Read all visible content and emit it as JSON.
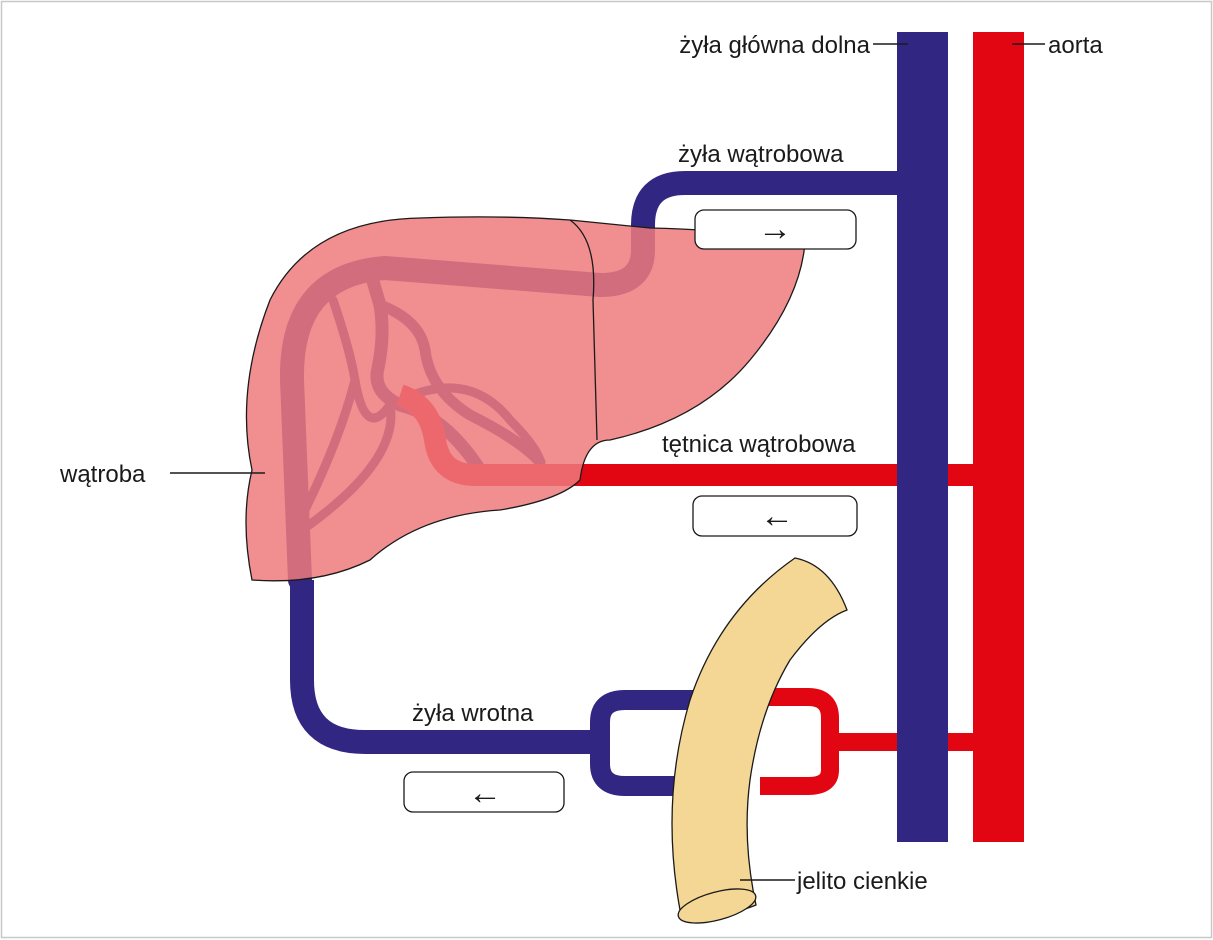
{
  "labels": {
    "inferior_vena_cava": "żyła główna dolna",
    "aorta": "aorta",
    "hepatic_vein": "żyła wątrobowa",
    "hepatic_artery": "tętnica wątrobowa",
    "liver": "wątroba",
    "portal_vein": "żyła wrotna",
    "small_intestine": "jelito cienkie"
  },
  "arrows": {
    "hepatic_vein_flow": "→",
    "hepatic_artery_flow": "←",
    "portal_vein_flow": "←"
  },
  "colors": {
    "vein": "#312783",
    "artery": "#e20613",
    "liver_fill": "#ee7a7c",
    "intestine_fill": "#f4d795",
    "flow_arrow": "#1a9b3e"
  }
}
